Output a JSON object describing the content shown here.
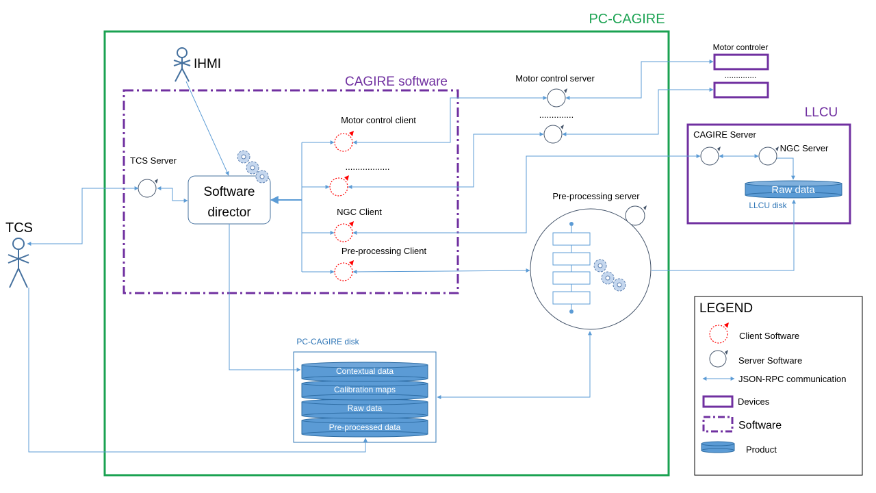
{
  "title": "PC-CAGIRE",
  "software_group": "CAGIRE software",
  "llcu": {
    "title": "LLCU",
    "cagire_server": "CAGIRE  Server",
    "ngc_server": "NGC Server",
    "raw_data": "Raw data",
    "disk": "LLCU disk"
  },
  "actors": {
    "tcs": "TCS",
    "ihmi": "IHMI"
  },
  "tcs_server": "TCS Server",
  "director": {
    "line1": "Software",
    "line2": "director"
  },
  "clients": {
    "motor": "Motor  control client",
    "dots": "..................",
    "ngc": "NGC Client",
    "preproc": "Pre-processing Client"
  },
  "motor_server": "Motor  control server",
  "motor_server_dots": "..............",
  "motor_controller": "Motor controler",
  "motor_controller_dots": "..............",
  "preproc_server": "Pre-processing server",
  "disk": {
    "title": "PC-CAGIRE disk",
    "layers": [
      "Contextual data",
      "Calibration maps",
      "Raw data",
      "Pre-processed data"
    ]
  },
  "legend": {
    "title": "LEGEND",
    "client": "Client Software",
    "server": "Server Software",
    "rpc": "JSON-RPC communication",
    "devices": "Devices",
    "software": "Software",
    "product": "Product"
  },
  "colors": {
    "green": "#1aa251",
    "purple": "#7030a0",
    "blue": "#5b9bd5",
    "client_red": "#ff0000",
    "server_stroke": "#44546a",
    "disk_fill": "#5b9bd5"
  }
}
